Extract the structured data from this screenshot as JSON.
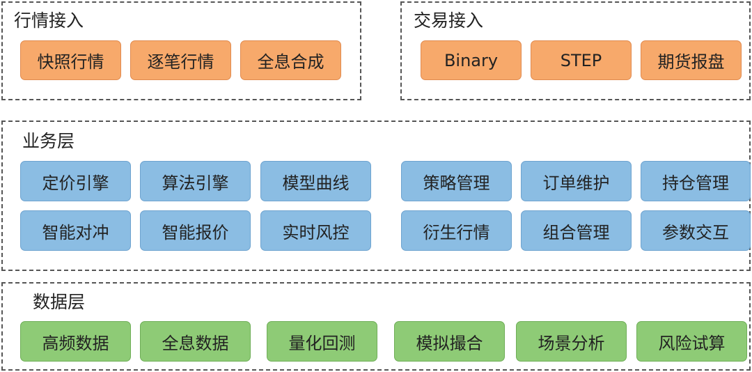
{
  "market_access": {
    "title": "行情接入",
    "items": [
      "快照行情",
      "逐笔行情",
      "全息合成"
    ]
  },
  "trade_access": {
    "title": "交易接入",
    "items": [
      "Binary",
      "STEP",
      "期货报盘"
    ]
  },
  "business_layer": {
    "title": "业务层",
    "left_items": [
      "定价引擎",
      "算法引擎",
      "模型曲线",
      "智能对冲",
      "智能报价",
      "实时风控"
    ],
    "right_items": [
      "策略管理",
      "订单维护",
      "持仓管理",
      "衍生行情",
      "组合管理",
      "参数交互"
    ]
  },
  "data_layer": {
    "title": "数据层",
    "items": [
      "高频数据",
      "全息数据",
      "量化回测",
      "模拟撮合",
      "场景分析",
      "风险试算"
    ]
  },
  "colors": {
    "access_box": "#f7a96b",
    "business_box": "#8bbde3",
    "data_box": "#8ecb76",
    "dashed_border": "#555555"
  }
}
